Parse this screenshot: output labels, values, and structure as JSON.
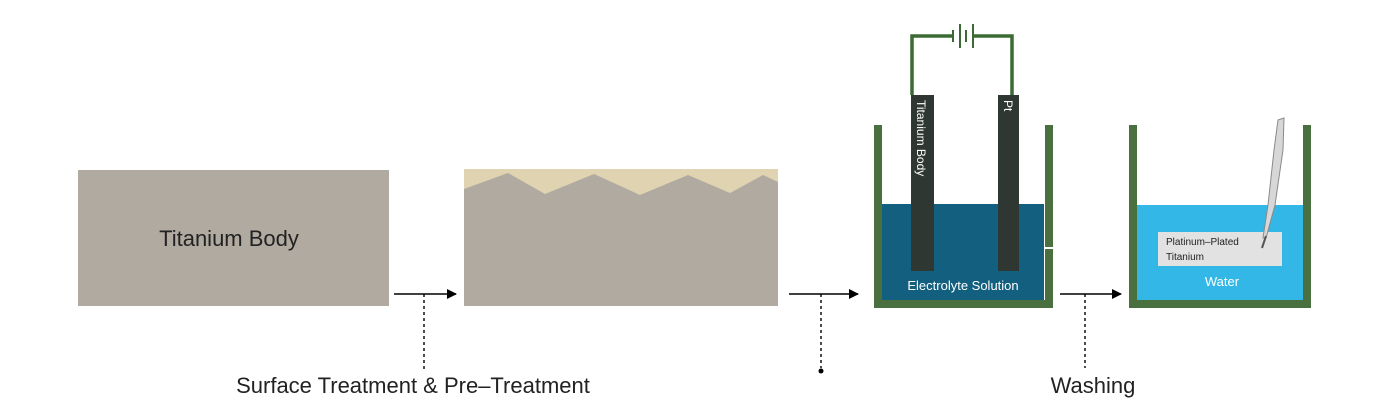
{
  "stages": {
    "body": {
      "label": "Titanium Body"
    },
    "electroplating": {
      "cathode_label": "Titanium Body",
      "anode_label": "Pt",
      "bath_label": "Electrolyte Solution"
    },
    "washing": {
      "part_label_line1": "Platinum–Plated",
      "part_label_line2": "Titanium",
      "bath_label": "Water"
    }
  },
  "steps": {
    "step1": "Surface Treatment & Pre–Treatment",
    "step3": "Washing"
  },
  "colors": {
    "titanium": "#b0aaa0",
    "coating": "#e0d3b2",
    "tank": "#4a7040",
    "electrolyte": "#135f7f",
    "water": "#33b7e7",
    "electrode": "#2f3733",
    "wire": "#3b6b32"
  }
}
